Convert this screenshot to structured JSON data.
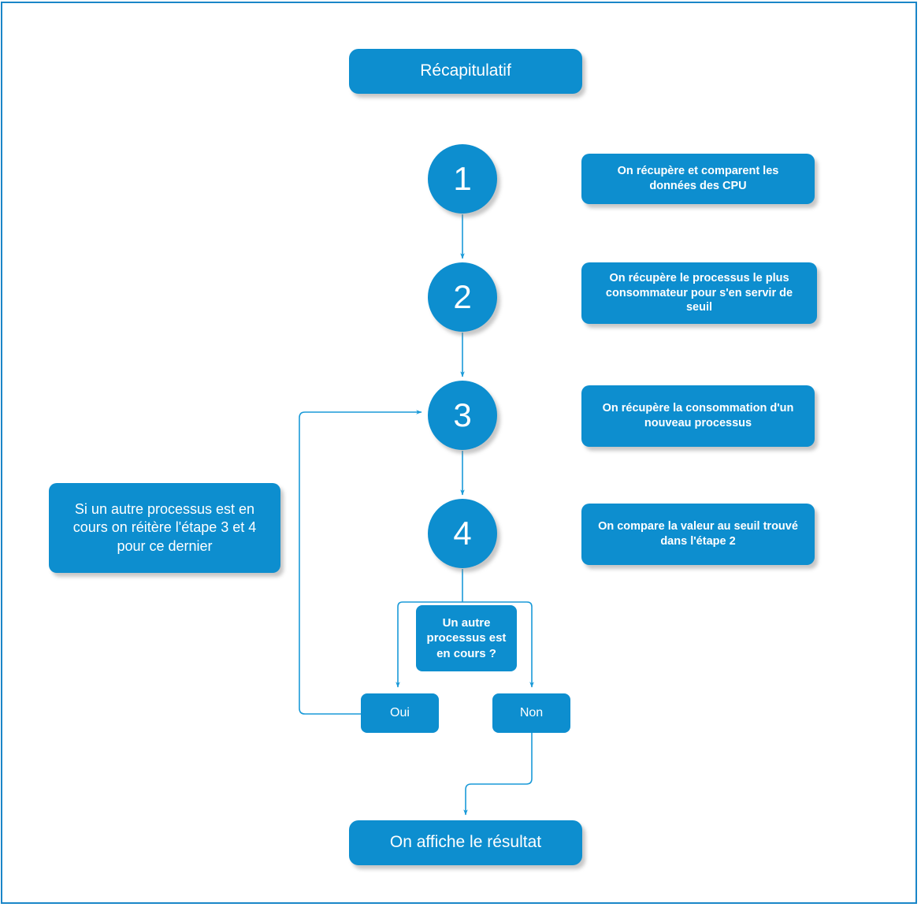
{
  "diagram": {
    "title": "Récapitulatif",
    "accent_color": "#0d8ecf",
    "frame_color": "#1a86c8",
    "connector_color": "#1a9ad8",
    "text_color": "#ffffff",
    "background_color": "#ffffff"
  },
  "steps": [
    {
      "number": "1",
      "description": "On récupère et comparent les données des CPU"
    },
    {
      "number": "2",
      "description": "On récupère le processus le plus consommateur pour s'en servir de seuil"
    },
    {
      "number": "3",
      "description": "On récupère la consommation d'un nouveau processus"
    },
    {
      "number": "4",
      "description": "On compare la valeur au seuil trouvé dans l'étape 2"
    }
  ],
  "note": {
    "text": "Si un autre processus est en cours on réitère l'étape 3 et 4 pour ce dernier"
  },
  "decision": {
    "question": "Un autre processus est en cours ?",
    "yes_label": "Oui",
    "no_label": "Non"
  },
  "result": {
    "label": "On affiche le résultat"
  }
}
